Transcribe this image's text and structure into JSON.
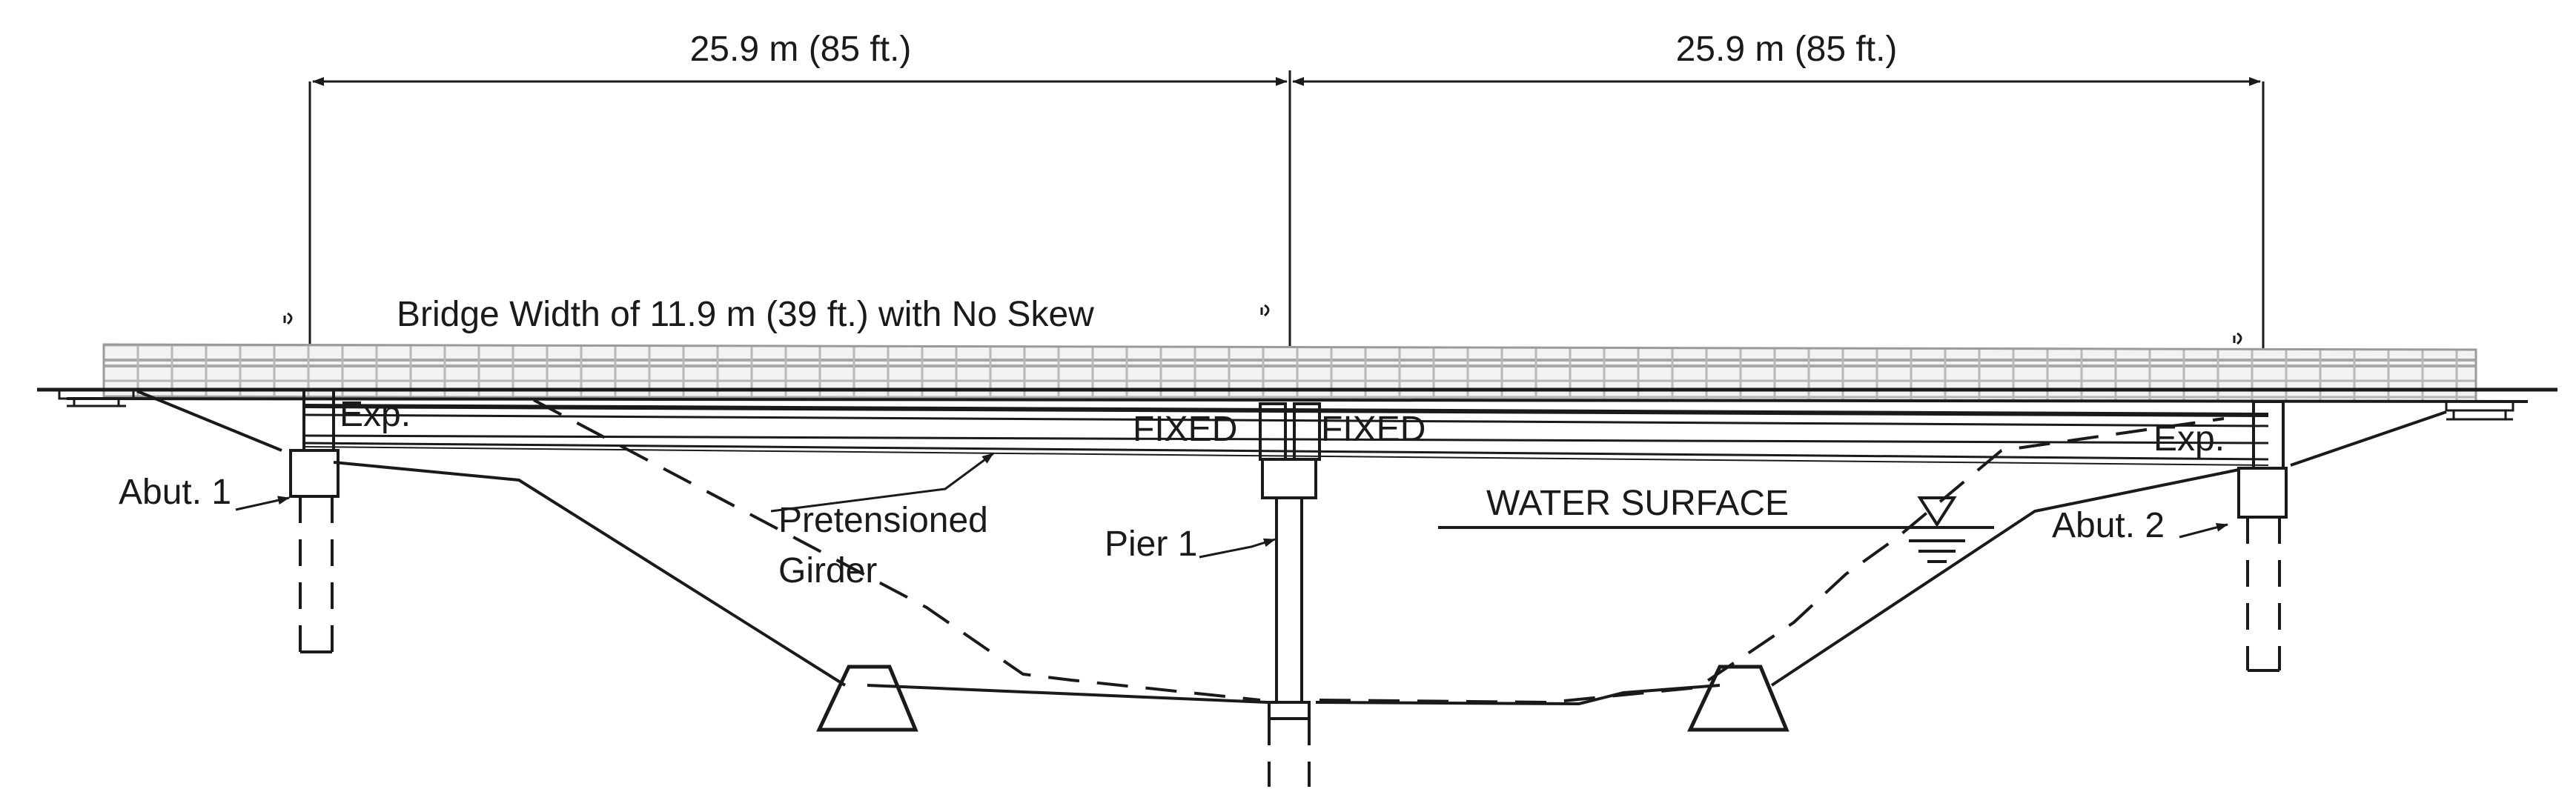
{
  "dimensions": {
    "span_left": "25.9 m (85 ft.)",
    "span_right": "25.9 m (85 ft.)"
  },
  "labels": {
    "bridge_width": "Bridge Width of 11.9 m (39 ft.) with No Skew",
    "bearing_left": "Exp.",
    "bearing_right": "Exp.",
    "fixed_left": "FIXED",
    "fixed_right": "FIXED",
    "abutment_1": "Abut. 1",
    "abutment_2": "Abut. 2",
    "pier_1": "Pier 1",
    "girder_line1": "Pretensioned",
    "girder_line2": "Girder",
    "water_surface": "WATER SURFACE"
  },
  "colors": {
    "line": "#1a1a1a",
    "railing": "#9a9a9a",
    "background": "#ffffff"
  }
}
